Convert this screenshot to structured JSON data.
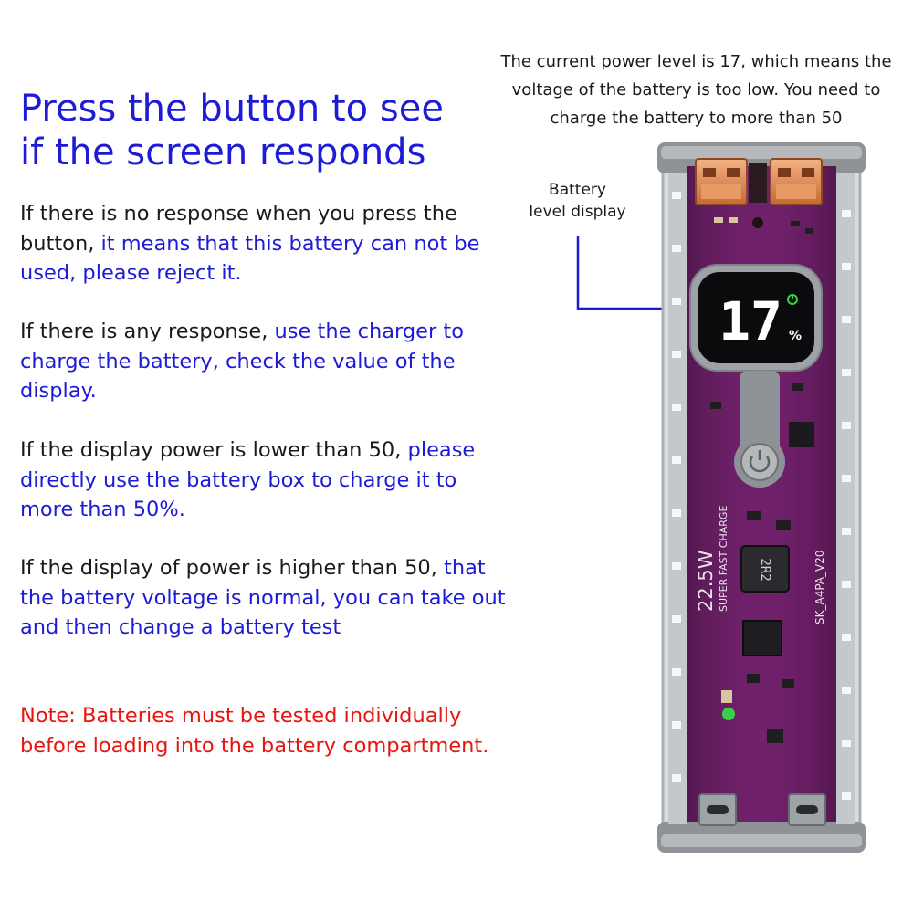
{
  "heading": {
    "line1": "Press the button to see",
    "line2": "if the screen responds"
  },
  "paragraphs": [
    {
      "plain": "If there is no response when you press the button, ",
      "highlight": "it means that this battery can not be used, please reject it."
    },
    {
      "plain": "If there is any response, ",
      "highlight": "use the charger to charge the battery, check the value of the display."
    },
    {
      "plain": "If the display power is lower than 50, ",
      "highlight": "please directly use the battery box to charge it to more than 50%."
    },
    {
      "plain": "If the display of power is higher than 50, ",
      "highlight": "that the battery voltage is normal, you can take out and then change a battery test"
    }
  ],
  "note": "Note: Batteries must be tested individually before loading into the battery compartment.",
  "caption": "The current power level is 17, which means the voltage of the battery is too low. You need to charge the battery to more than 50",
  "callout": {
    "line1": "Battery",
    "line2": "level display"
  },
  "device": {
    "display_value": "17",
    "display_unit": "%",
    "board_text_power": "22.5W",
    "board_text_charge": "SUPER FAST CHARGE",
    "board_text_model": "SK_A4PA_V20",
    "inductor_text": "2R2"
  },
  "colors": {
    "heading": "#1d1bd6",
    "highlight": "#1d1bd6",
    "note": "#e8150f",
    "board": "#6b1f66",
    "callout_line": "#1d1bd6"
  }
}
